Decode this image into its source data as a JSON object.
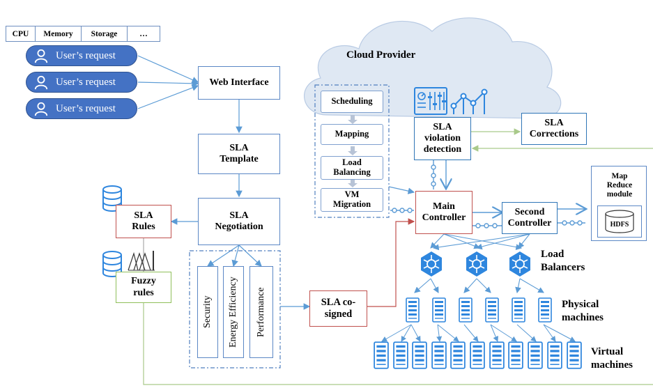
{
  "resource_table": [
    "CPU",
    "Memory",
    "Storage",
    "…"
  ],
  "user_requests": [
    "User’s request",
    "User’s request",
    "User’s request"
  ],
  "web_interface": "Web Interface",
  "sla_template": "SLA\nTemplate",
  "sla_negotiation": "SLA\nNegotiation",
  "sla_rules": "SLA\nRules",
  "fuzzy_rules": "Fuzzy\nrules",
  "negotiation_criteria": [
    "Security",
    "Energy Efficiency",
    "Performance"
  ],
  "sla_cosigned": "SLA co-\nsigned",
  "cloud_provider": "Cloud Provider",
  "cloud_steps": [
    "Scheduling",
    "Mapping",
    "Load\nBalancing",
    "VM\nMigration"
  ],
  "sla_violation_detection": "SLA\nviolation\ndetection",
  "sla_corrections": "SLA\nCorrections",
  "main_controller": "Main\nController",
  "second_controller": "Second\nController",
  "mapreduce_module": "Map\nReduce\nmodule",
  "hdfs": "HDFS",
  "load_balancers": "Load\nBalancers",
  "physical_machines": "Physical\nmachines",
  "virtual_machines": "Virtual\nmachines",
  "colors": {
    "box_border_blue": "#5b87c5",
    "box_border_red": "#c0504d",
    "box_border_green": "#8fbf5a",
    "pill_fill": "#4472c4",
    "cloud_fill": "#dfe8f3",
    "arrow_blue": "#5b9bd5",
    "arrow_red": "#c0504d",
    "arrow_green": "#a9c98a",
    "icon_blue": "#2e86de"
  },
  "icons": [
    "user-icon",
    "database-icon",
    "fuzzy-chart-icon",
    "dashboard-icon",
    "network-graph-icon",
    "load-balancer-icon",
    "server-icon",
    "cylinder-icon"
  ]
}
